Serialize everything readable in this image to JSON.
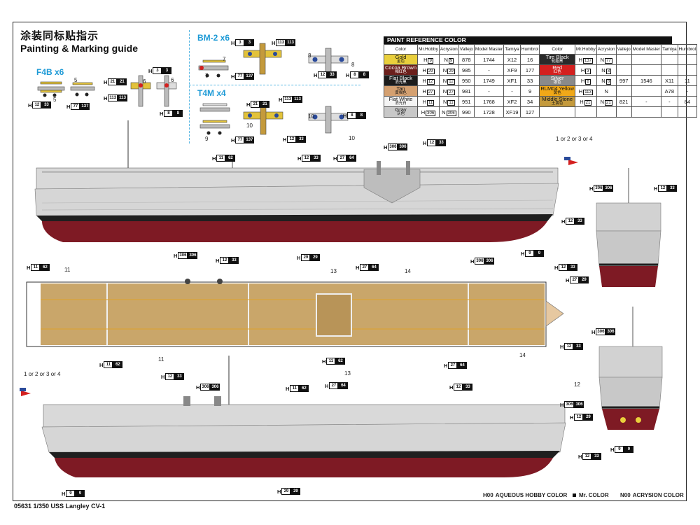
{
  "header": {
    "title_cn": "涂装同标贴指示",
    "title_en": "Painting & Marking guide"
  },
  "aircraft": {
    "f4b": "F4B x6",
    "bm2": "BM-2 x6",
    "t4m": "T4M x4"
  },
  "paint_table": {
    "title": "PAINT REFERENCE COLOR",
    "columns": [
      "Color",
      "Mr.Hobby",
      "Acrysion",
      "Vallejo",
      "Model Master",
      "Tamiya",
      "Humbrol"
    ],
    "left_rows": [
      {
        "name": "Gold",
        "name_cn": "金色",
        "swatch": "#e9cf3c",
        "text": "#111",
        "h": "9",
        "n": "9",
        "vallejo": "878",
        "mm": "1744",
        "tamiya": "X12",
        "humbrol": "16"
      },
      {
        "name": "Cocoa Brown",
        "name_cn": "褐红色",
        "swatch": "#6b1f1c",
        "text": "#fff",
        "h": "29",
        "n": "29",
        "vallejo": "985",
        "mm": "-",
        "tamiya": "XF9",
        "humbrol": "177"
      },
      {
        "name": "Flat Black",
        "name_cn": "消光黑",
        "swatch": "#1c1c1c",
        "text": "#fff",
        "h": "12",
        "n": "12",
        "vallejo": "950",
        "mm": "1749",
        "tamiya": "XF1",
        "humbrol": "33"
      },
      {
        "name": "Tan",
        "name_cn": "黄褐色",
        "swatch": "#d4a070",
        "text": "#111",
        "h": "27",
        "n": "27",
        "vallejo": "981",
        "mm": "-",
        "tamiya": "-",
        "humbrol": "9"
      },
      {
        "name": "Flat White",
        "name_cn": "消光白",
        "swatch": "#f4f4f4",
        "text": "#111",
        "h": "11",
        "n": "11",
        "vallejo": "951",
        "mm": "1768",
        "tamiya": "XF2",
        "humbrol": "34"
      },
      {
        "name": "Gray",
        "name_cn": "灰色",
        "swatch": "#c8c8c8",
        "text": "#111",
        "h": "306",
        "n": "306",
        "vallejo": "990",
        "mm": "1728",
        "tamiya": "XF19",
        "humbrol": "127"
      }
    ],
    "right_rows": [
      {
        "name": "Tire Black",
        "name_cn": "轮胎黑",
        "swatch": "#2a2a2a",
        "text": "#fff",
        "h": "137",
        "n": "77",
        "vallejo": "",
        "mm": "",
        "tamiya": "",
        "humbrol": ""
      },
      {
        "name": "Red",
        "name_cn": "红色",
        "swatch": "#d4201f",
        "text": "#fff",
        "h": "3",
        "n": "3",
        "vallejo": "",
        "mm": "",
        "tamiya": "",
        "humbrol": ""
      },
      {
        "name": "Silver",
        "name_cn": "银色",
        "swatch": "#8a8a8a",
        "text": "#fff",
        "h": "8",
        "n": "8",
        "vallejo": "997",
        "mm": "1546",
        "tamiya": "X11",
        "humbrol": "11"
      },
      {
        "name": "RLM04 Yellow",
        "name_cn": "黄色",
        "swatch": "#f0a818",
        "text": "#111",
        "h": "113",
        "n": "",
        "vallejo": "",
        "mm": "",
        "tamiya": "A78",
        "humbrol": "-"
      },
      {
        "name": "Middle Stone",
        "name_cn": "土黄色",
        "swatch": "#c49a3c",
        "text": "#111",
        "h": "21",
        "n": "21",
        "vallejo": "821",
        "mm": "-",
        "tamiya": "-",
        "humbrol": "84"
      },
      {
        "name": "",
        "name_cn": "",
        "swatch": "#ffffff",
        "text": "#111",
        "h": "",
        "n": "",
        "vallejo": "",
        "mm": "",
        "tamiya": "",
        "humbrol": ""
      }
    ]
  },
  "callouts": {
    "n_5": "5",
    "n_6": "6",
    "n_7": "7",
    "n_8": "8",
    "n_9": "9",
    "n_10": "10",
    "n_11": "11",
    "n_12": "12",
    "n_13": "13",
    "n_14": "14",
    "flag_note": "1 or 2 or 3 or 4"
  },
  "footer": {
    "model": "05631 1/350 USS Langley CV-1",
    "legend_aqueous": "AQUEOUS HOBBY COLOR",
    "legend_mr": "Mr. COLOR",
    "legend_acrysion": "ACRYSION COLOR",
    "legend_h": "H",
    "legend_n": "N",
    "legend_h_num": "00",
    "legend_n_num": "00"
  },
  "colors": {
    "hull_red": "#7e1a24",
    "hull_gray": "#c9c9c9",
    "deck_tan": "#c9a66a",
    "boot_black": "#1f1f1f",
    "accent_blue": "#1d9ad6"
  }
}
